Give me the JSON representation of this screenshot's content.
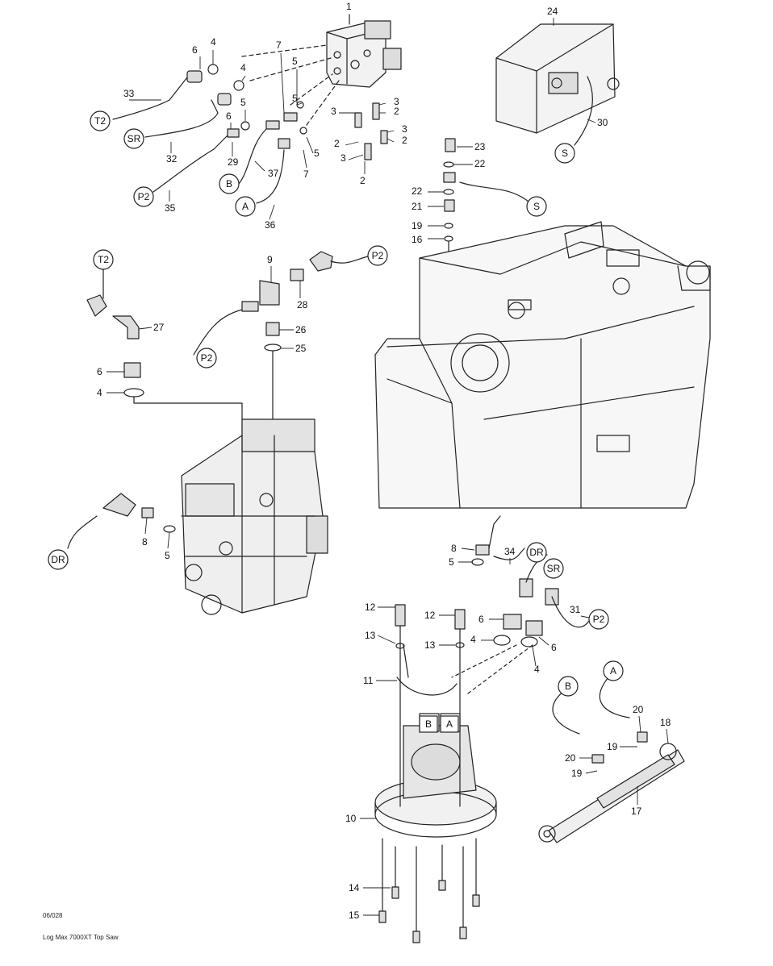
{
  "footer": {
    "code": "06/028",
    "title": "Log Max 7000XT Top Saw"
  },
  "part_numbers": [
    "1",
    "2",
    "3",
    "4",
    "5",
    "6",
    "7",
    "8",
    "9",
    "10",
    "11",
    "12",
    "13",
    "14",
    "15",
    "16",
    "17",
    "18",
    "19",
    "20",
    "21",
    "22",
    "23",
    "24",
    "25",
    "26",
    "27",
    "28",
    "29",
    "30",
    "31",
    "32",
    "33",
    "34",
    "35",
    "36",
    "37"
  ],
  "connection_codes": [
    "T2",
    "SR",
    "P2",
    "B",
    "A",
    "S",
    "DR"
  ]
}
